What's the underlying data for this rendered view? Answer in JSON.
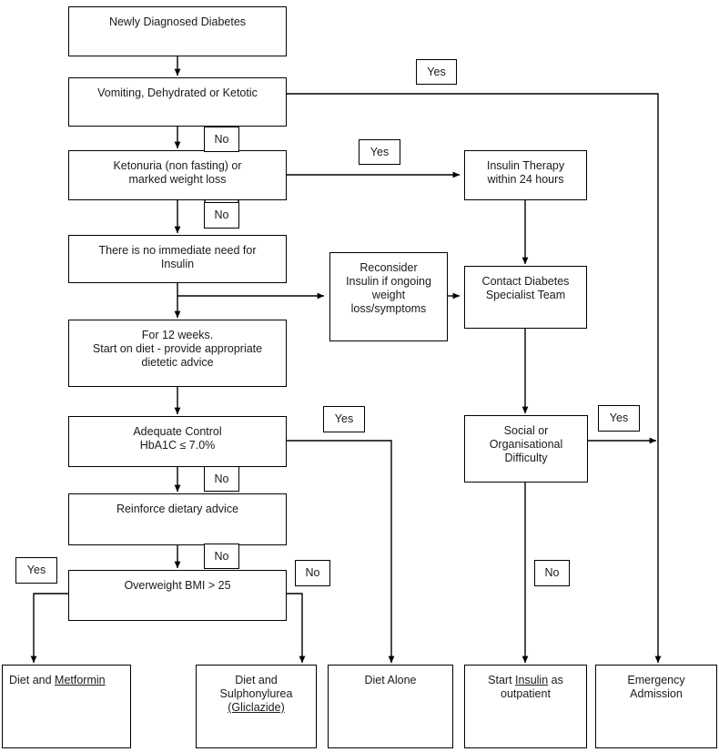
{
  "chart_data": {
    "type": "diagram",
    "title": "Newly Diagnosed Diabetes management flowchart",
    "orientation": "top-down"
  },
  "nodes": {
    "newly_diagnosed": "Newly Diagnosed Diabetes",
    "vomiting": "Vomiting, Dehydrated or Ketotic",
    "ketonuria": "Ketonuria (non fasting) or\nmarked weight loss",
    "no_immediate_need": "There  is no immediate need for\nInsulin",
    "for_12_weeks": "For 12 weeks.\nStart on diet - provide appropriate\ndietetic advice",
    "adequate_control": "Adequate Control\nHbA1C ≤ 7.0%",
    "reinforce": "Reinforce dietary advice",
    "overweight": "Overweight BMI > 25",
    "reconsider": "Reconsider\nInsulin if ongoing\nweight\nloss/symptoms",
    "insulin_therapy": "Insulin Therapy\nwithin 24 hours",
    "contact_team": "Contact Diabetes\nSpecialist Team",
    "social": "Social or\nOrganisational\nDifficulty"
  },
  "outcomes": {
    "diet_metformin_pre": "Diet and ",
    "diet_metformin_drug": "Metformin",
    "diet_sulph_line1": "Diet and",
    "diet_sulph_line2": "Sulphonylurea",
    "diet_sulph_line3": "(Gliclazide)",
    "diet_alone": "Diet Alone",
    "start_insulin_pre": "Start ",
    "start_insulin_drug": "Insulin",
    "start_insulin_post": " as",
    "start_insulin_line2": "outpatient",
    "emergency_line1": "Emergency",
    "emergency_line2": "Admission"
  },
  "labels": {
    "yes_vomiting": "Yes",
    "no_vomiting": "No",
    "yes_ketonuria": "Yes",
    "no_ketonuria": "No",
    "no_adequate": "No",
    "yes_adequate": "Yes",
    "no_reinforce": "No",
    "yes_overweight": "Yes",
    "no_overweight": "No",
    "yes_social": "Yes",
    "no_social": "No"
  },
  "colors": {
    "stroke": "#000000",
    "background": "#ffffff",
    "text": "#1a1a1a"
  }
}
